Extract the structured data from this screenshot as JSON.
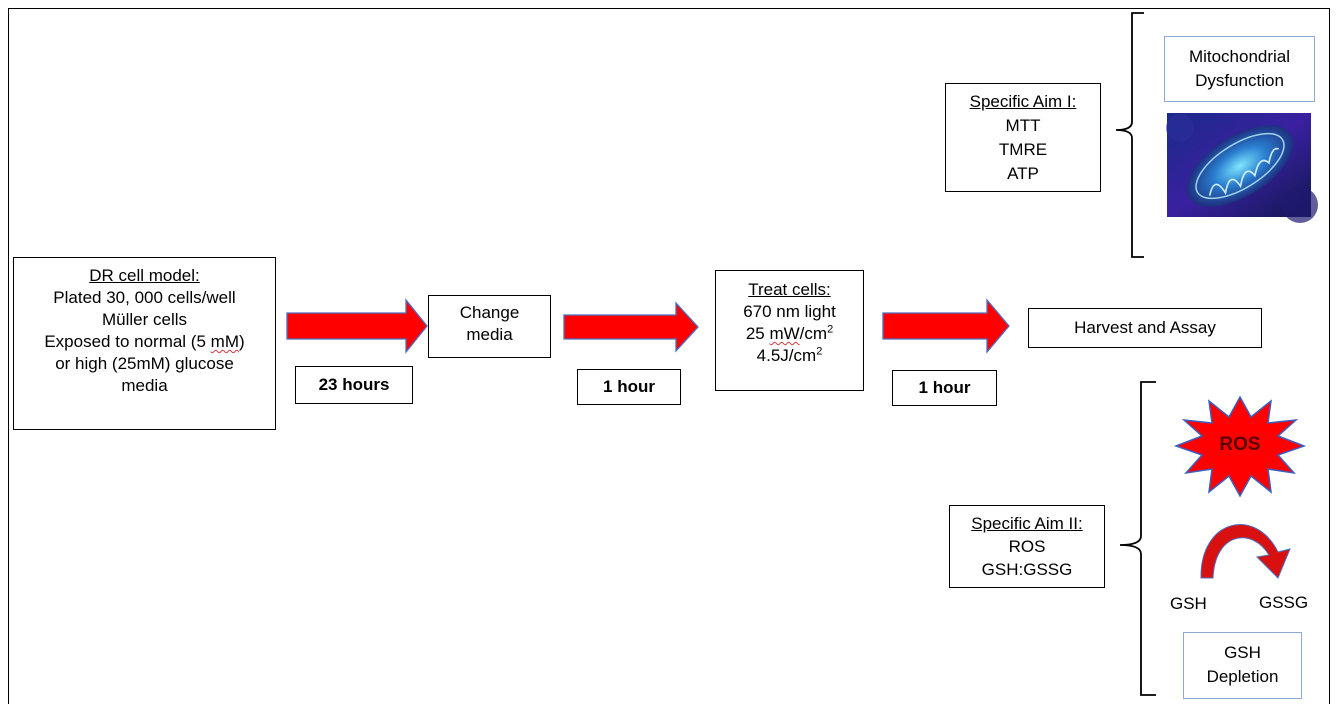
{
  "dr_model": {
    "title": "DR cell model:",
    "line1": "Plated 30, 000 cells/well",
    "line2": "Müller cells",
    "line3_pre": "Exposed to normal (5 ",
    "line3_unit": "mM",
    "line3_post": ")",
    "line4": "or high (25mM) glucose",
    "line5": "media"
  },
  "durations": {
    "d1": "23 hours",
    "d2": "1 hour",
    "d3": "1 hour"
  },
  "change_media": {
    "line1": "Change",
    "line2": "media"
  },
  "treat": {
    "title": "Treat cells:",
    "line1": "670 nm light",
    "line2_pre": "25 ",
    "line2_unit": "mW",
    "line2_post": "/cm",
    "line3": "4.5J/cm",
    "sup": "2"
  },
  "harvest": "Harvest and Assay",
  "aim1": {
    "title": "Specific Aim I:",
    "items": [
      "MTT",
      "TMRE",
      "ATP"
    ]
  },
  "mito_box": {
    "line1": "Mitochondrial",
    "line2": "Dysfunction"
  },
  "aim2": {
    "title": "Specific Aim II:",
    "items": [
      "ROS",
      "GSH:GSSG"
    ]
  },
  "ros_star": "ROS",
  "gsh_label": "GSH",
  "gssg_label": "GSSG",
  "depletion_box": {
    "line1": "GSH",
    "line2": "Depletion"
  },
  "colors": {
    "arrow": "#ff0000",
    "arrow_outline": "#4a6fc1",
    "box_outline_blue": "#8fa9d6",
    "star_outline": "#3a5fc0"
  }
}
